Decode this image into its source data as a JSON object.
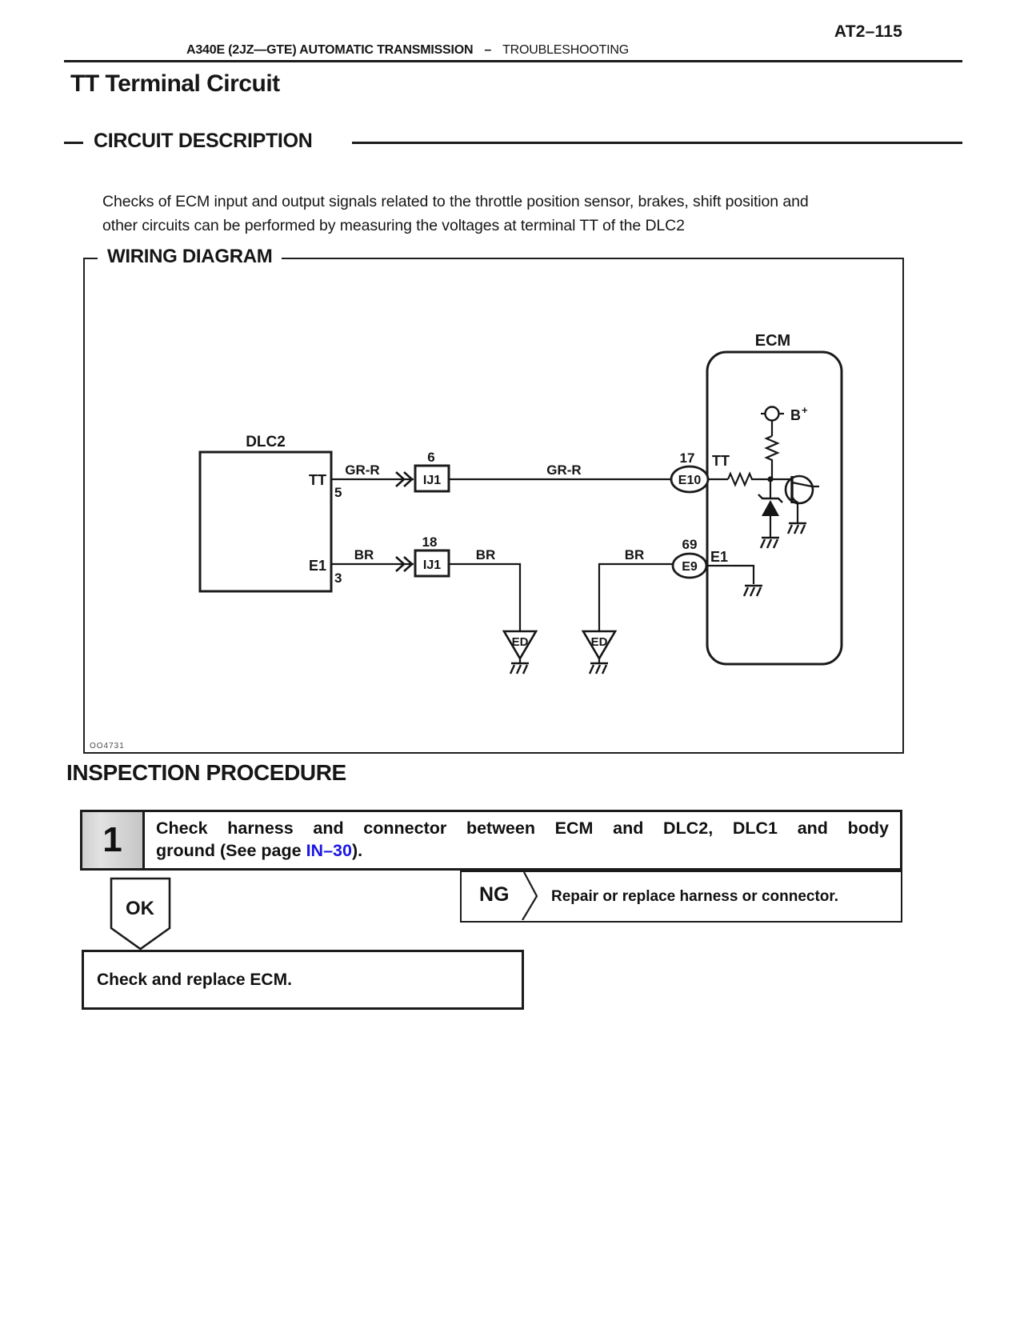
{
  "header": {
    "page_code": "AT2–115",
    "manual_title": "A340E (2JZ—GTE) AUTOMATIC TRANSMISSION",
    "separator": "–",
    "section": "TROUBLESHOOTING"
  },
  "page_title": "TT Terminal Circuit",
  "circuit_description": {
    "heading": "CIRCUIT DESCRIPTION",
    "body_line1": "Checks of ECM input and output signals related to the throttle position sensor, brakes, shift position and",
    "body_line2": "other circuits can be performed by measuring the voltages at terminal TT of the DLC2"
  },
  "wiring_diagram": {
    "heading": "WIRING DIAGRAM",
    "figure_code": "OO4731",
    "labels": {
      "dlc2": "DLC2",
      "ecm": "ECM",
      "dlc2_tt": "TT",
      "dlc2_tt_pin": "5",
      "dlc2_e1": "E1",
      "dlc2_e1_pin": "3",
      "wire_grr_1": "GR-R",
      "wire_grr_2": "GR-R",
      "wire_br_1": "BR",
      "wire_br_2": "BR",
      "wire_br_3": "BR",
      "junction1": "IJ1",
      "junction1_pin": "6",
      "junction2": "IJ1",
      "junction2_pin": "18",
      "ecm_tt_connector": "E10",
      "ecm_tt_pin": "17",
      "ecm_tt": "TT",
      "ecm_e1_connector": "E9",
      "ecm_e1_pin": "69",
      "ecm_e1": "E1",
      "battery_base": "B",
      "battery_sup": "+",
      "ground1": "ED",
      "ground2": "ED"
    }
  },
  "inspection_procedure": {
    "heading": "INSPECTION PROCEDURE",
    "step1": {
      "number": "1",
      "line1": "Check harness and connector between ECM and DLC2, DLC1 and body",
      "line2_prefix": "ground (See page ",
      "link": "IN–30",
      "line2_suffix": ")."
    },
    "ok_label": "OK",
    "ng_label": "NG",
    "ng_result": "Repair or replace harness or connector.",
    "final_action": "Check and replace ECM."
  },
  "colors": {
    "link_blue": "#1c17e3",
    "ink": "#161616"
  }
}
